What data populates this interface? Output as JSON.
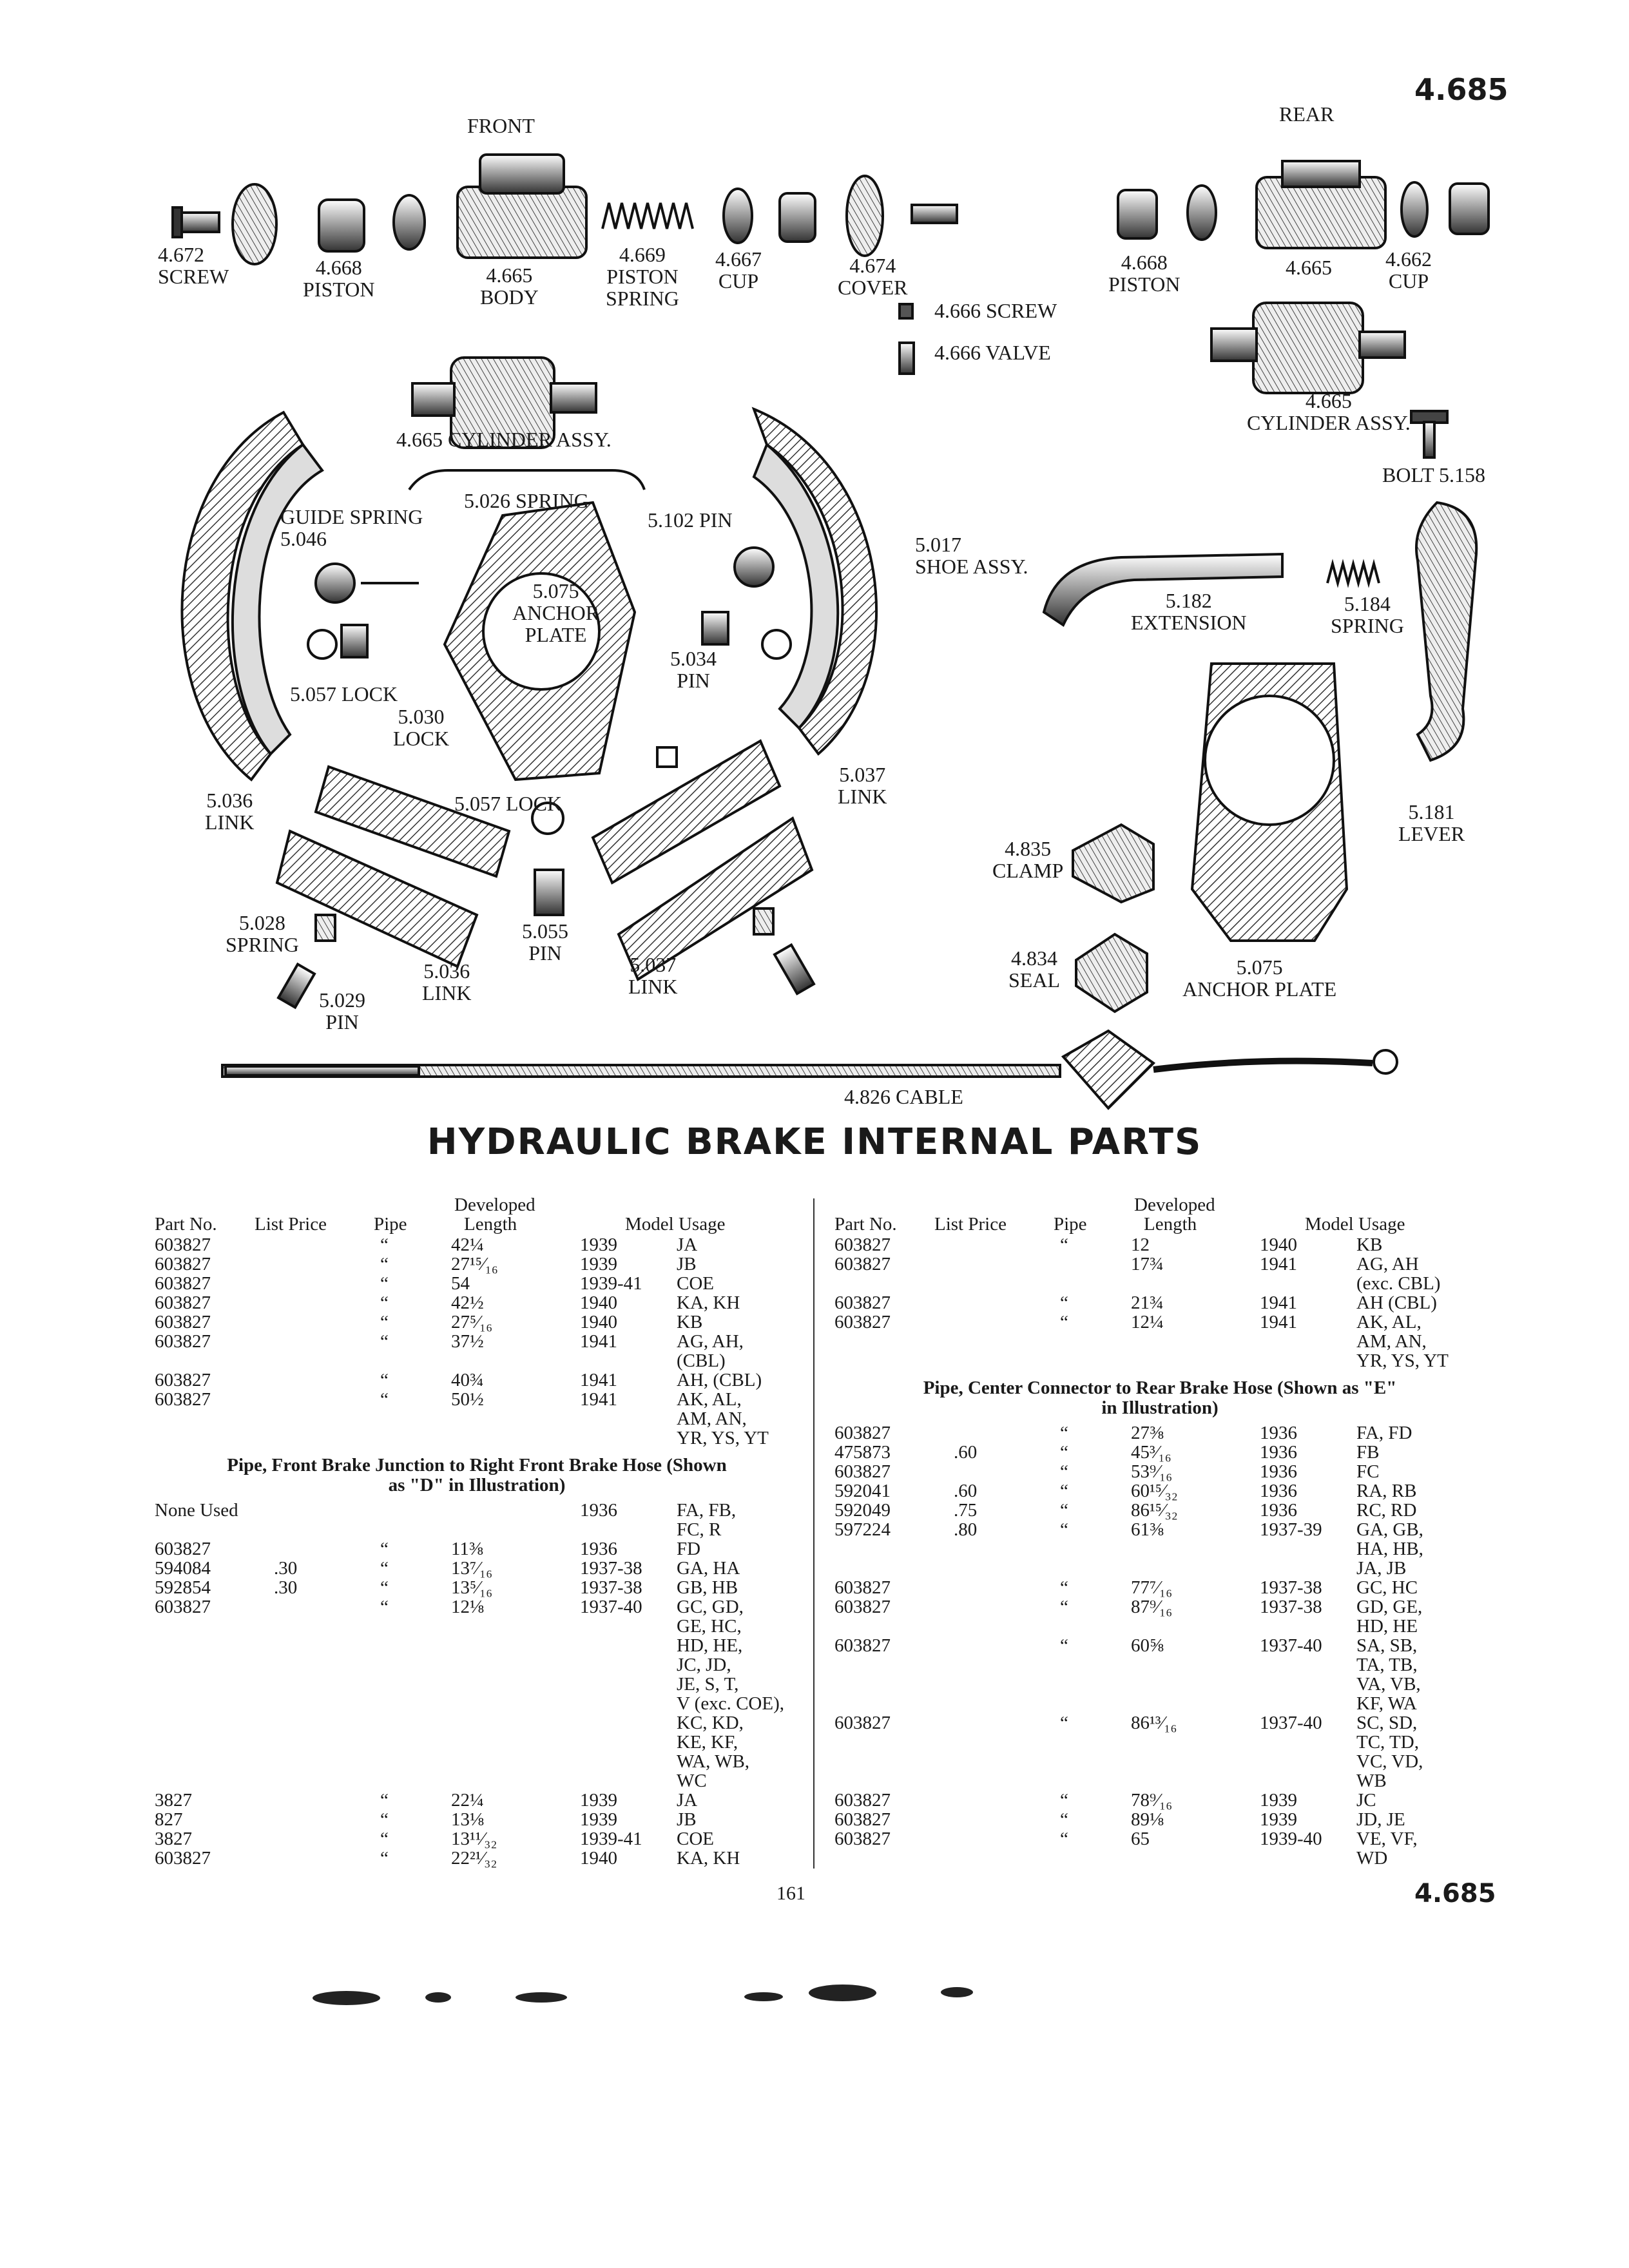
{
  "page_number_top": "4.685",
  "page_number_bottom": "4.685",
  "page_footer": "161",
  "title": "HYDRAULIC BRAKE INTERNAL PARTS",
  "diagram": {
    "front": "FRONT",
    "rear": "REAR",
    "labels": [
      {
        "id": "screw-4672",
        "lines": [
          "4.672",
          "SCREW"
        ]
      },
      {
        "id": "piston-4668-front",
        "lines": [
          "4.668",
          "PISTON"
        ]
      },
      {
        "id": "body-4665",
        "lines": [
          "4.665",
          "BODY"
        ]
      },
      {
        "id": "piston-spring-4669",
        "lines": [
          "4.669",
          "PISTON",
          "SPRING"
        ]
      },
      {
        "id": "cup-4667",
        "lines": [
          "4.667",
          "CUP"
        ]
      },
      {
        "id": "cover-4674",
        "lines": [
          "4.674",
          "COVER"
        ]
      },
      {
        "id": "screw-4666",
        "lines": [
          "4.666 SCREW"
        ]
      },
      {
        "id": "valve-4666",
        "lines": [
          "4.666 VALVE"
        ]
      },
      {
        "id": "piston-4668-rear",
        "lines": [
          "4.668",
          "PISTON"
        ]
      },
      {
        "id": "rear-4665",
        "lines": [
          "4.665"
        ]
      },
      {
        "id": "cup-4662",
        "lines": [
          "4.662",
          "CUP"
        ]
      },
      {
        "id": "cyl-assy-4665-rear",
        "lines": [
          "4.665",
          "CYLINDER ASSY."
        ]
      },
      {
        "id": "bolt-5158",
        "lines": [
          "BOLT 5.158"
        ]
      },
      {
        "id": "cyl-assy-4665-front",
        "lines": [
          "4.665 CYLINDER ASSY."
        ]
      },
      {
        "id": "spring-5026",
        "lines": [
          "5.026 SPRING"
        ]
      },
      {
        "id": "guide-spring-5046",
        "lines": [
          "GUIDE SPRING",
          "5.046"
        ]
      },
      {
        "id": "pin-5102",
        "lines": [
          "5.102 PIN"
        ]
      },
      {
        "id": "shoe-assy-5017",
        "lines": [
          "5.017",
          "SHOE ASSY."
        ]
      },
      {
        "id": "anchor-plate-5075-center",
        "lines": [
          "5.075",
          "ANCHOR",
          "PLATE"
        ]
      },
      {
        "id": "extension-5182",
        "lines": [
          "5.182",
          "EXTENSION"
        ]
      },
      {
        "id": "spring-5184",
        "lines": [
          "5.184",
          "SPRING"
        ]
      },
      {
        "id": "pin-5034",
        "lines": [
          "5.034",
          "PIN"
        ]
      },
      {
        "id": "lock-5057-top",
        "lines": [
          "5.057 LOCK"
        ]
      },
      {
        "id": "lock-5030",
        "lines": [
          "5.030",
          "LOCK"
        ]
      },
      {
        "id": "link-5037-top",
        "lines": [
          "5.037",
          "LINK"
        ]
      },
      {
        "id": "link-5036-left",
        "lines": [
          "5.036",
          "LINK"
        ]
      },
      {
        "id": "lock-5057-mid",
        "lines": [
          "5.057 LOCK"
        ]
      },
      {
        "id": "lever-5181",
        "lines": [
          "5.181",
          "LEVER"
        ]
      },
      {
        "id": "clamp-4835",
        "lines": [
          "4.835",
          "CLAMP"
        ]
      },
      {
        "id": "spring-5028",
        "lines": [
          "5.028",
          "SPRING"
        ]
      },
      {
        "id": "pin-5055",
        "lines": [
          "5.055",
          "PIN"
        ]
      },
      {
        "id": "link-5036-bottom",
        "lines": [
          "5.036",
          "LINK"
        ]
      },
      {
        "id": "link-5037-bottom",
        "lines": [
          "5.037",
          "LINK"
        ]
      },
      {
        "id": "seal-4834",
        "lines": [
          "4.834",
          "SEAL"
        ]
      },
      {
        "id": "anchor-plate-5075-right",
        "lines": [
          "5.075",
          "ANCHOR PLATE"
        ]
      },
      {
        "id": "pin-5029",
        "lines": [
          "5.029",
          "PIN"
        ]
      },
      {
        "id": "cable-4826",
        "lines": [
          "4.826 CABLE"
        ]
      }
    ]
  },
  "table_headers": {
    "developed": "Developed",
    "part_no": "Part No.",
    "list_price": "List Price",
    "pipe": "Pipe",
    "length": "Length",
    "model_usage": "Model Usage"
  },
  "left_rows_a": [
    {
      "part": "603827",
      "price": "",
      "pipe": "“",
      "len": "42¼",
      "year": "1939",
      "model": "JA"
    },
    {
      "part": "603827",
      "price": "",
      "pipe": "“",
      "len": "27¹⁵⁄₁₆",
      "year": "1939",
      "model": "JB"
    },
    {
      "part": "603827",
      "price": "",
      "pipe": "“",
      "len": "54",
      "year": "1939-41",
      "model": "COE"
    },
    {
      "part": "603827",
      "price": "",
      "pipe": "“",
      "len": "42½",
      "year": "1940",
      "model": "KA, KH"
    },
    {
      "part": "603827",
      "price": "",
      "pipe": "“",
      "len": "27⁵⁄₁₆",
      "year": "1940",
      "model": "KB"
    },
    {
      "part": "603827",
      "price": "",
      "pipe": "“",
      "len": "37½",
      "year": "1941",
      "model": "AG, AH,"
    },
    {
      "part": "",
      "price": "",
      "pipe": "",
      "len": "",
      "year": "",
      "model": "(CBL)"
    },
    {
      "part": "603827",
      "price": "",
      "pipe": "“",
      "len": "40¾",
      "year": "1941",
      "model": "AH, (CBL)"
    },
    {
      "part": "603827",
      "price": "",
      "pipe": "“",
      "len": "50½",
      "year": "1941",
      "model": "AK, AL,"
    },
    {
      "part": "",
      "price": "",
      "pipe": "",
      "len": "",
      "year": "",
      "model": "AM, AN,"
    },
    {
      "part": "",
      "price": "",
      "pipe": "",
      "len": "",
      "year": "",
      "model": "YR, YS, YT"
    }
  ],
  "left_section_title_1": "Pipe, Front Brake Junction to Right Front Brake Hose (Shown",
  "left_section_title_2": "as \"D\" in Illustration)",
  "left_rows_b": [
    {
      "part": "None Used",
      "price": "",
      "pipe": "",
      "len": "",
      "year": "1936",
      "model": "FA, FB,"
    },
    {
      "part": "",
      "price": "",
      "pipe": "",
      "len": "",
      "year": "",
      "model": "FC, R"
    },
    {
      "part": "603827",
      "price": "",
      "pipe": "“",
      "len": "11⅜",
      "year": "1936",
      "model": "FD"
    },
    {
      "part": "594084",
      "price": ".30",
      "pipe": "“",
      "len": "13⁷⁄₁₆",
      "year": "1937-38",
      "model": "GA, HA"
    },
    {
      "part": "592854",
      "price": ".30",
      "pipe": "“",
      "len": "13⁵⁄₁₆",
      "year": "1937-38",
      "model": "GB, HB"
    },
    {
      "part": "603827",
      "price": "",
      "pipe": "“",
      "len": "12⅛",
      "year": "1937-40",
      "model": "GC, GD,"
    },
    {
      "part": "",
      "price": "",
      "pipe": "",
      "len": "",
      "year": "",
      "model": "GE, HC,"
    },
    {
      "part": "",
      "price": "",
      "pipe": "",
      "len": "",
      "year": "",
      "model": "HD, HE,"
    },
    {
      "part": "",
      "price": "",
      "pipe": "",
      "len": "",
      "year": "",
      "model": "JC, JD,"
    },
    {
      "part": "",
      "price": "",
      "pipe": "",
      "len": "",
      "year": "",
      "model": "JE, S, T,"
    },
    {
      "part": "",
      "price": "",
      "pipe": "",
      "len": "",
      "year": "",
      "model": "V (exc. COE),"
    },
    {
      "part": "",
      "price": "",
      "pipe": "",
      "len": "",
      "year": "",
      "model": "KC, KD,"
    },
    {
      "part": "",
      "price": "",
      "pipe": "",
      "len": "",
      "year": "",
      "model": "KE, KF,"
    },
    {
      "part": "",
      "price": "",
      "pipe": "",
      "len": "",
      "year": "",
      "model": "WA, WB,"
    },
    {
      "part": "",
      "price": "",
      "pipe": "",
      "len": "",
      "year": "",
      "model": "WC"
    },
    {
      "part": "3827",
      "price": "",
      "pipe": "“",
      "len": "22¼",
      "year": "1939",
      "model": "JA"
    },
    {
      "part": "827",
      "price": "",
      "pipe": "“",
      "len": "13⅛",
      "year": "1939",
      "model": "JB"
    },
    {
      "part": "3827",
      "price": "",
      "pipe": "“",
      "len": "13¹¹⁄₃₂",
      "year": "1939-41",
      "model": "COE"
    },
    {
      "part": "603827",
      "price": "",
      "pipe": "“",
      "len": "22²¹⁄₃₂",
      "year": "1940",
      "model": "KA, KH"
    }
  ],
  "right_rows_a": [
    {
      "part": "603827",
      "price": "",
      "pipe": "“",
      "len": "12",
      "year": "1940",
      "model": "KB"
    },
    {
      "part": "603827",
      "price": "",
      "pipe": "",
      "len": "17¾",
      "year": "1941",
      "model": "AG, AH"
    },
    {
      "part": "",
      "price": "",
      "pipe": "",
      "len": "",
      "year": "",
      "model": "(exc. CBL)"
    },
    {
      "part": "603827",
      "price": "",
      "pipe": "“",
      "len": "21¾",
      "year": "1941",
      "model": "AH (CBL)"
    },
    {
      "part": "603827",
      "price": "",
      "pipe": "“",
      "len": "12¼",
      "year": "1941",
      "model": "AK, AL,"
    },
    {
      "part": "",
      "price": "",
      "pipe": "",
      "len": "",
      "year": "",
      "model": "AM, AN,"
    },
    {
      "part": "",
      "price": "",
      "pipe": "",
      "len": "",
      "year": "",
      "model": "YR, YS, YT"
    }
  ],
  "right_section_title_1": "Pipe, Center Connector to Rear Brake Hose (Shown as \"E\"",
  "right_section_title_2": "in Illustration)",
  "right_rows_b": [
    {
      "part": "603827",
      "price": "",
      "pipe": "“",
      "len": "27⅜",
      "year": "1936",
      "model": "FA, FD"
    },
    {
      "part": "475873",
      "price": ".60",
      "pipe": "“",
      "len": "45³⁄₁₆",
      "year": "1936",
      "model": "FB"
    },
    {
      "part": "603827",
      "price": "",
      "pipe": "“",
      "len": "53⁹⁄₁₆",
      "year": "1936",
      "model": "FC"
    },
    {
      "part": "592041",
      "price": ".60",
      "pipe": "“",
      "len": "60¹⁵⁄₃₂",
      "year": "1936",
      "model": "RA, RB"
    },
    {
      "part": "592049",
      "price": ".75",
      "pipe": "“",
      "len": "86¹⁵⁄₃₂",
      "year": "1936",
      "model": "RC, RD"
    },
    {
      "part": "597224",
      "price": ".80",
      "pipe": "“",
      "len": "61⅜",
      "year": "1937-39",
      "model": "GA, GB,"
    },
    {
      "part": "",
      "price": "",
      "pipe": "",
      "len": "",
      "year": "",
      "model": "HA, HB,"
    },
    {
      "part": "",
      "price": "",
      "pipe": "",
      "len": "",
      "year": "",
      "model": "JA, JB"
    },
    {
      "part": "603827",
      "price": "",
      "pipe": "“",
      "len": "77⁷⁄₁₆",
      "year": "1937-38",
      "model": "GC, HC"
    },
    {
      "part": "603827",
      "price": "",
      "pipe": "“",
      "len": "87⁹⁄₁₆",
      "year": "1937-38",
      "model": "GD, GE,"
    },
    {
      "part": "",
      "price": "",
      "pipe": "",
      "len": "",
      "year": "",
      "model": "HD, HE"
    },
    {
      "part": "603827",
      "price": "",
      "pipe": "“",
      "len": "60⅝",
      "year": "1937-40",
      "model": "SA, SB,"
    },
    {
      "part": "",
      "price": "",
      "pipe": "",
      "len": "",
      "year": "",
      "model": "TA, TB,"
    },
    {
      "part": "",
      "price": "",
      "pipe": "",
      "len": "",
      "year": "",
      "model": "VA, VB,"
    },
    {
      "part": "",
      "price": "",
      "pipe": "",
      "len": "",
      "year": "",
      "model": "KF, WA"
    },
    {
      "part": "603827",
      "price": "",
      "pipe": "“",
      "len": "86¹³⁄₁₆",
      "year": "1937-40",
      "model": "SC, SD,"
    },
    {
      "part": "",
      "price": "",
      "pipe": "",
      "len": "",
      "year": "",
      "model": "TC, TD,"
    },
    {
      "part": "",
      "price": "",
      "pipe": "",
      "len": "",
      "year": "",
      "model": "VC, VD,"
    },
    {
      "part": "",
      "price": "",
      "pipe": "",
      "len": "",
      "year": "",
      "model": "WB"
    },
    {
      "part": "603827",
      "price": "",
      "pipe": "“",
      "len": "78⁹⁄₁₆",
      "year": "1939",
      "model": "JC"
    },
    {
      "part": "603827",
      "price": "",
      "pipe": "“",
      "len": "89⅛",
      "year": "1939",
      "model": "JD, JE"
    },
    {
      "part": "603827",
      "price": "",
      "pipe": "“",
      "len": "65",
      "year": "1939-40",
      "model": "VE, VF,"
    },
    {
      "part": "",
      "price": "",
      "pipe": "",
      "len": "",
      "year": "",
      "model": "WD"
    }
  ]
}
